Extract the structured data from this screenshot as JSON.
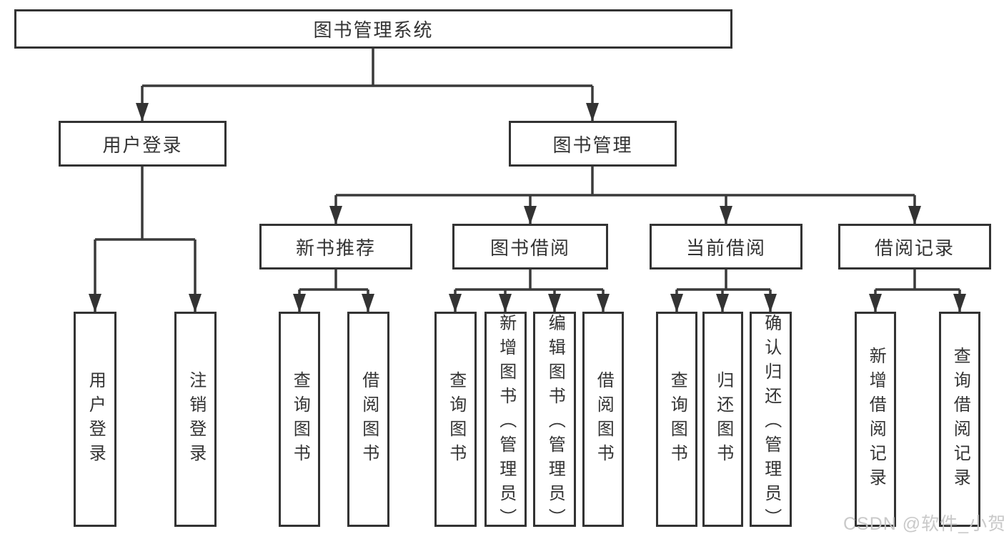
{
  "diagram": {
    "root": {
      "label": "图书管理系统"
    },
    "level2": [
      {
        "label": "用户登录"
      },
      {
        "label": "图书管理"
      }
    ],
    "level3": [
      {
        "label": "新书推荐"
      },
      {
        "label": "图书借阅"
      },
      {
        "label": "当前借阅"
      },
      {
        "label": "借阅记录"
      }
    ],
    "leaves": [
      {
        "label": "用户登录"
      },
      {
        "label": "注销登录"
      },
      {
        "label": "查询图书"
      },
      {
        "label": "借阅图书"
      },
      {
        "label": "查询图书"
      },
      {
        "label": "新增图书（管理员）"
      },
      {
        "label": "编辑图书（管理员）"
      },
      {
        "label": "借阅图书"
      },
      {
        "label": "查询图书"
      },
      {
        "label": "归还图书"
      },
      {
        "label": "确认归还（管理员）"
      },
      {
        "label": "新增借阅记录"
      },
      {
        "label": "查询借阅记录"
      }
    ]
  },
  "watermark": {
    "text": "CSDN @软件_小贺同学"
  },
  "colors": {
    "line": "#3a3a3a",
    "box_border": "#333333",
    "text": "#333333",
    "arrow_fill": "#333333",
    "watermark": "#c6c6c6",
    "background": "#ffffff"
  }
}
